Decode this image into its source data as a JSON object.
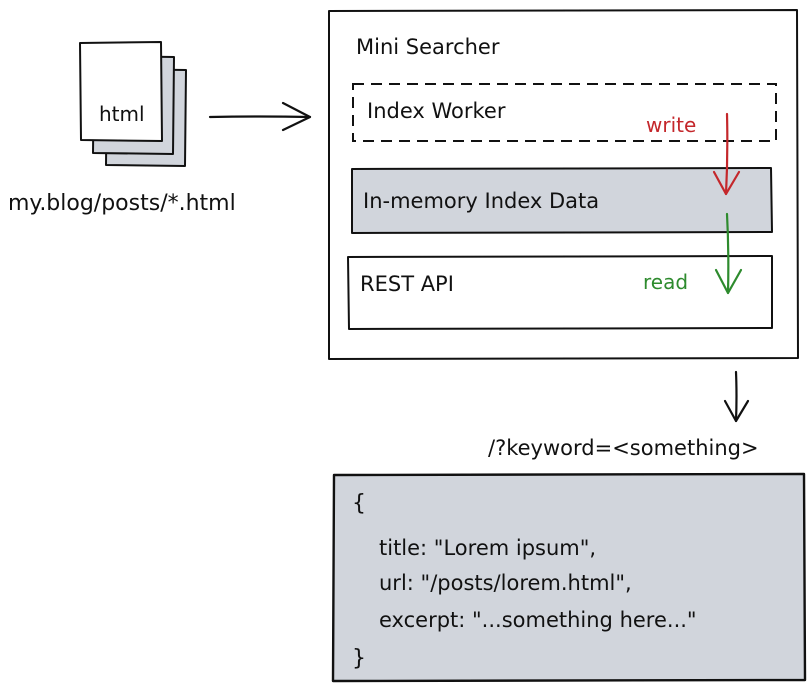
{
  "source": {
    "file_label": "html",
    "path_label": "my.blog/posts/*.html"
  },
  "service": {
    "title": "Mini Searcher",
    "worker_label": "Index Worker",
    "index_label": "In-memory Index Data",
    "api_label": "REST API",
    "write_label": "write",
    "read_label": "read"
  },
  "query": {
    "label": "/?keyword=<something>"
  },
  "response": {
    "open_brace": "{",
    "line_title": "title: \"Lorem ipsum\",",
    "line_url": "url: \"/posts/lorem.html\",",
    "line_excerpt": "excerpt: \"...something here...\"",
    "close_brace": "}"
  },
  "colors": {
    "stroke": "#111111",
    "box_fill": "#d1d5dc",
    "page_fill": "#d1d5dc",
    "write": "#c4272b",
    "read": "#2e8b2e"
  }
}
